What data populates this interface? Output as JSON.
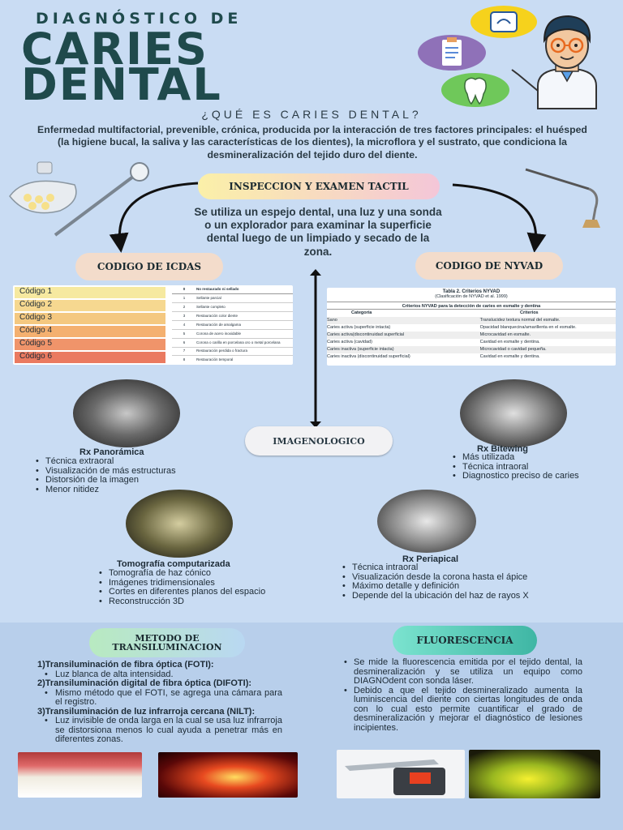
{
  "header": {
    "kicker": "DIAGNÓSTICO DE",
    "title_line1": "CARIES",
    "title_line2": "DENTAL"
  },
  "question": "¿QUÉ ES CARIES DENTAL?",
  "intro": "Enfermedad multifactorial, prevenible, crónica, producida por la interacción de tres factores principales: el huésped (la higiene bucal, la saliva y las características de los dientes), la microflora y el sustrato, que condiciona la desmineralización del tejido duro del diente.",
  "inspection": {
    "label": "INSPECCION Y EXAMEN TACTIL",
    "text": "Se utiliza un espejo dental, una luz y una sonda o un explorador para examinar la superficie dental luego de un limpiado y secado de la zona."
  },
  "icdas": {
    "label": "CODIGO DE ICDAS",
    "codes": [
      "Código 1",
      "Código 2",
      "Código 3",
      "Código 4",
      "Código 5",
      "Código 6"
    ],
    "table_header": [
      "0",
      "No restaurado ni sellado"
    ],
    "table_rows": [
      [
        "1",
        "Sellante parcial"
      ],
      [
        "2",
        "Sellante completo"
      ],
      [
        "3",
        "Restauración color diente"
      ],
      [
        "4",
        "Restauración de amalgama"
      ],
      [
        "5",
        "Corona de acero inoxidable"
      ],
      [
        "6",
        "Corona o carilla en porcelana oro o metal porcelana"
      ],
      [
        "7",
        "Restauración perdida o fractura"
      ],
      [
        "8",
        "Restauración temporal"
      ]
    ]
  },
  "nyvad": {
    "label": "CODIGO DE NYVAD",
    "table_title": "Tabla 2. Criterios NYVAD",
    "table_subtitle": "(Clasificación de NYVAD et al. 1999)",
    "table_heading": "Criterios NYVAD para la detección de caries en esmalte y dentina",
    "columns": [
      "Categoría",
      "Criterios"
    ],
    "rows": [
      [
        "Sano",
        "Translucidez textura normal del esmalte."
      ],
      [
        "Caries activa (superficie intacta)",
        "Opacidad blanquecina/amarillenta en el esmalte."
      ],
      [
        "Caries activa(discontinuidad superficial",
        "Microcavidad en esmalte."
      ],
      [
        "Caries activa (cavidad)",
        "Cavidad en esmalte y dentina."
      ],
      [
        "Caries inactiva (superficie intacta)",
        "Microcavidad o cavidad pequeña."
      ],
      [
        "Caries inactiva (discontinuidad superficial)",
        "Cavidad en esmalte y dentina."
      ]
    ]
  },
  "imaging": {
    "label": "IMAGENOLOGICO",
    "panoramica": {
      "title": "Rx Panorámica",
      "items": [
        "Técnica extraoral",
        "Visualización de más estructuras",
        "Distorsión de la imagen",
        "Menor nitidez"
      ]
    },
    "bitewing": {
      "title": "Rx Bitewing",
      "items": [
        "Más utilizada",
        "Técnica intraoral",
        "Diagnostico preciso de caries"
      ]
    },
    "tomografia": {
      "title": "Tomografía computarizada",
      "items": [
        "Tomografía de haz cónico",
        "Imágenes tridimensionales",
        "Cortes en diferentes planos del espacio",
        "Reconstrucción 3D"
      ]
    },
    "periapical": {
      "title": "Rx Periapical",
      "items": [
        "Técnica intraoral",
        "Visualización desde la corona hasta el ápice",
        "Máximo detalle y definición",
        "Depende del la ubicación del haz de rayos X"
      ]
    }
  },
  "transiluminacion": {
    "label": "METODO DE TRANSILUMINACION",
    "items": [
      {
        "heading": "1)Transiluminación de fibra óptica (FOTI):",
        "detail": "Luz blanca de alta intensidad."
      },
      {
        "heading": "2)Transiluminación digital de fibra óptica (DIFOTI):",
        "detail": "Mismo método que el FOTI, se agrega una cámara para el registro."
      },
      {
        "heading": "3)Transiluminación de luz infrarroja cercana (NILT):",
        "detail": "Luz invisible de onda larga en la cual se usa luz infrarroja se distorsiona menos lo cual ayuda a penetrar más en diferentes zonas."
      }
    ]
  },
  "fluorescencia": {
    "label": "FLUORESCENCIA",
    "items": [
      "Se mide la fluorescencia emitida por el tejido dental, la desmineralización y se utiliza un equipo como DIAGNOdent con sonda láser.",
      "Debido a que el tejido desmineralizado aumenta la luminiscencia del diente con ciertas longitudes de onda con lo cual esto permite cuantificar el grado de desmineralización y mejorar el diagnóstico de lesiones incipientes."
    ]
  },
  "colors": {
    "title": "#1f4a4c",
    "background": "#c9dcf3",
    "pill_peach": "#f3dccb",
    "pill_teal": "#3fb6a4"
  }
}
